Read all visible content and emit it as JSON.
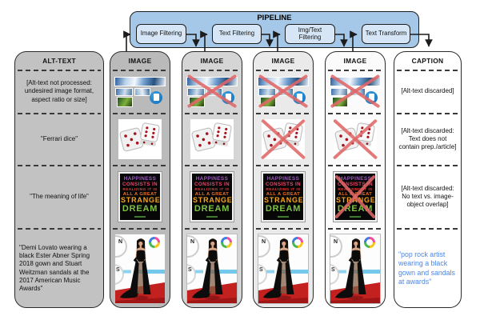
{
  "pipeline": {
    "title": "PIPELINE",
    "stages": [
      {
        "label": "Image Filtering"
      },
      {
        "label": "Text Filtering"
      },
      {
        "label": "Img/Text Filtering"
      },
      {
        "label": "Text Transform"
      }
    ]
  },
  "columns": {
    "alt": "ALT-TEXT",
    "images": [
      "IMAGE",
      "IMAGE",
      "IMAGE",
      "IMAGE"
    ],
    "caption": "CAPTION"
  },
  "rows": [
    {
      "alt_text": "[Alt-text not processed: undesired image format, aspect ratio or size]",
      "image_name": "landscape-photo-collage",
      "crossed": [
        false,
        true,
        true,
        true
      ],
      "caption": "[Alt-text discarded]"
    },
    {
      "alt_text": "\"Ferrari dice\"",
      "image_name": "pair-of-dice",
      "crossed": [
        false,
        false,
        true,
        true
      ],
      "caption": "[Alt-text discarded: Text does not contain prep./article]"
    },
    {
      "alt_text": "\"The meaning of life\"",
      "image_name": "happiness-quote-poster",
      "crossed": [
        false,
        false,
        false,
        true
      ],
      "caption": "[Alt-text discarded: No text vs. image-object overlap]"
    },
    {
      "alt_text": "\"Demi Lovato wearing a black Ester Abner Spring 2018 gown and Stuart Weitzman sandals at the 2017 American Music Awards\"",
      "image_name": "celebrity-red-carpet-photo",
      "crossed": [
        false,
        false,
        false,
        false
      ],
      "caption": "\"pop rock artist wearing a black gown and sandals at awards\""
    }
  ],
  "poster_lines": [
    {
      "text": "HAPPINESS",
      "color": "#a05bc4"
    },
    {
      "text": "CONSISTS IN",
      "color": "#e8476e"
    },
    {
      "text": "REALIZING IT IS",
      "color": "#e23b36"
    },
    {
      "text": "ALL A GREAT",
      "color": "#ef7125"
    },
    {
      "text": "STRANGE",
      "color": "#f7a31b"
    },
    {
      "text": "DREAM",
      "color": "#7dc242"
    }
  ],
  "photo": {
    "backdrop_letters": [
      "N",
      "S"
    ]
  },
  "colors": {
    "pipeline_fill": "#a6c8e8",
    "stage_fill": "#d6e6f6",
    "cross_red": "#e06666",
    "caption_blue": "#4a86e8"
  }
}
